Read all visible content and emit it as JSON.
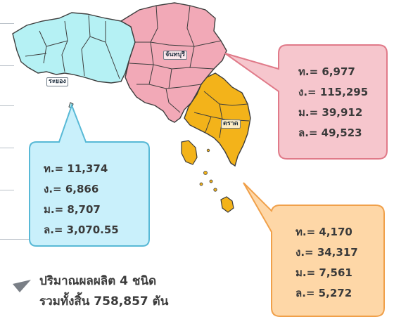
{
  "map": {
    "labels": {
      "rayong": "ระยอง",
      "chanthaburi": "จันทบุรี",
      "trat": "ตราด"
    },
    "colors": {
      "rayong": "#b5f1f4",
      "chanthaburi": "#f2a9b7",
      "trat": "#f3b31a",
      "border": "#3d3d3d"
    }
  },
  "callouts": {
    "rayong": {
      "lines": [
        "ท.= 11,374",
        "ง.= 6,866",
        "ม.= 8,707",
        "ล.= 3,070.55"
      ],
      "fill": "#c9f0fb",
      "stroke": "#58b9d6"
    },
    "chanthaburi": {
      "lines": [
        "ท.= 6,977",
        "ง.= 115,295",
        "ม.= 39,912",
        "ล.= 49,523"
      ],
      "fill": "#f6c6cd",
      "stroke": "#e07a89"
    },
    "trat": {
      "lines": [
        "ท.= 4,170",
        "ง.= 34,317",
        "ม.= 7,561",
        "ล.= 5,272"
      ],
      "fill": "#fed7a7",
      "stroke": "#f0a04a"
    }
  },
  "summary": {
    "line1": "ปริมาณผลผลิต 4 ชนิด",
    "line2": "รวมทั้งสิ้น 758,857  ตัน"
  }
}
